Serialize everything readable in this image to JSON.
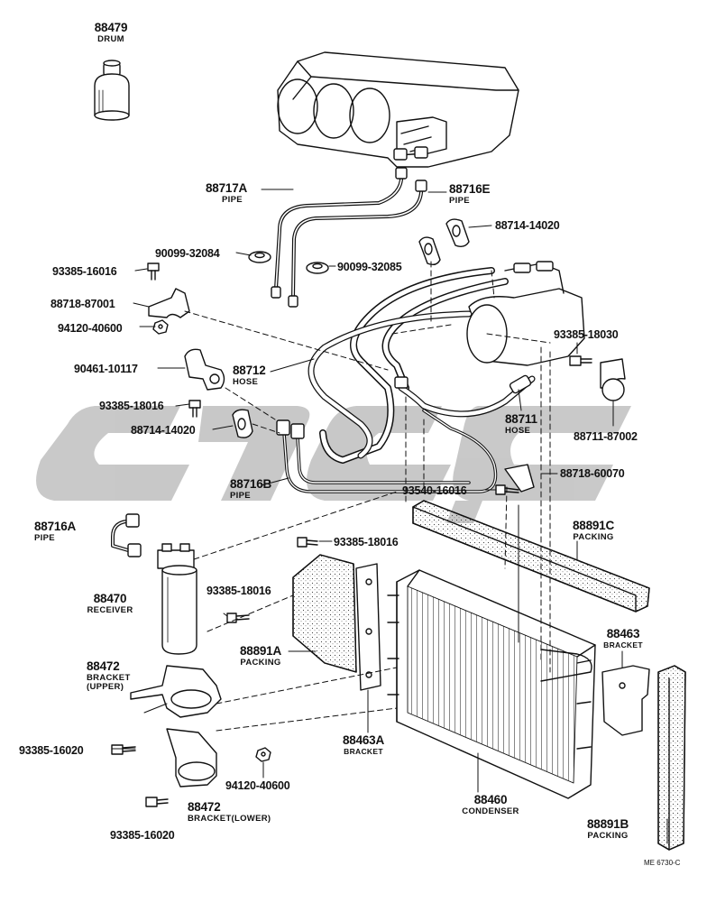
{
  "colors": {
    "ink": "#111111",
    "watermark": "#bdbdbd"
  },
  "labels": {
    "p88479": {
      "num": "88479",
      "name": "DRUM"
    },
    "p88717A": {
      "num": "88717A",
      "name": "PIPE"
    },
    "p88716E": {
      "num": "88716E",
      "name": "PIPE"
    },
    "p88714_top": {
      "num": "88714-14020"
    },
    "p90099_32084": {
      "num": "90099-32084"
    },
    "p90099_32085": {
      "num": "90099-32085"
    },
    "p93385_16016": {
      "num": "93385-16016"
    },
    "p88718_87001": {
      "num": "88718-87001"
    },
    "p94120_40600_top": {
      "num": "94120-40600"
    },
    "p93385_18030": {
      "num": "93385-18030"
    },
    "p90461_10117": {
      "num": "90461-10117"
    },
    "p88712": {
      "num": "88712",
      "name": "HOSE"
    },
    "p93385_18016_a": {
      "num": "93385-18016"
    },
    "p88714_mid": {
      "num": "88714-14020"
    },
    "p88711": {
      "num": "88711",
      "name": "HOSE"
    },
    "p88711_87002": {
      "num": "88711-87002"
    },
    "p88718_60070": {
      "num": "88718-60070"
    },
    "p88716B": {
      "num": "88716B",
      "name": "PIPE"
    },
    "p93540_16016": {
      "num": "93540-16016"
    },
    "p88716A": {
      "num": "88716A",
      "name": "PIPE"
    },
    "p93385_18016_b": {
      "num": "93385-18016"
    },
    "p88891C": {
      "num": "88891C",
      "name": "PACKING"
    },
    "p88470": {
      "num": "88470",
      "name": "RECEIVER"
    },
    "p93385_18016_c": {
      "num": "93385-18016"
    },
    "p88891A": {
      "num": "88891A",
      "name": "PACKING"
    },
    "p88463": {
      "num": "88463",
      "name": "BRACKET"
    },
    "p88472_upper": {
      "num": "88472",
      "name": "BRACKET",
      "name2": "(UPPER)"
    },
    "p88463A": {
      "num": "88463A",
      "name": "BRACKET"
    },
    "p93385_16020_a": {
      "num": "93385-16020"
    },
    "p94120_40600_bot": {
      "num": "94120-40600"
    },
    "p88472_lower": {
      "num": "88472",
      "name": "BRACKET(LOWER)"
    },
    "p88460": {
      "num": "88460",
      "name": "CONDENSER"
    },
    "p93385_16020_b": {
      "num": "93385-16020"
    },
    "p88891B": {
      "num": "88891B",
      "name": "PACKING"
    },
    "ref_code": "ME 6730-C"
  }
}
